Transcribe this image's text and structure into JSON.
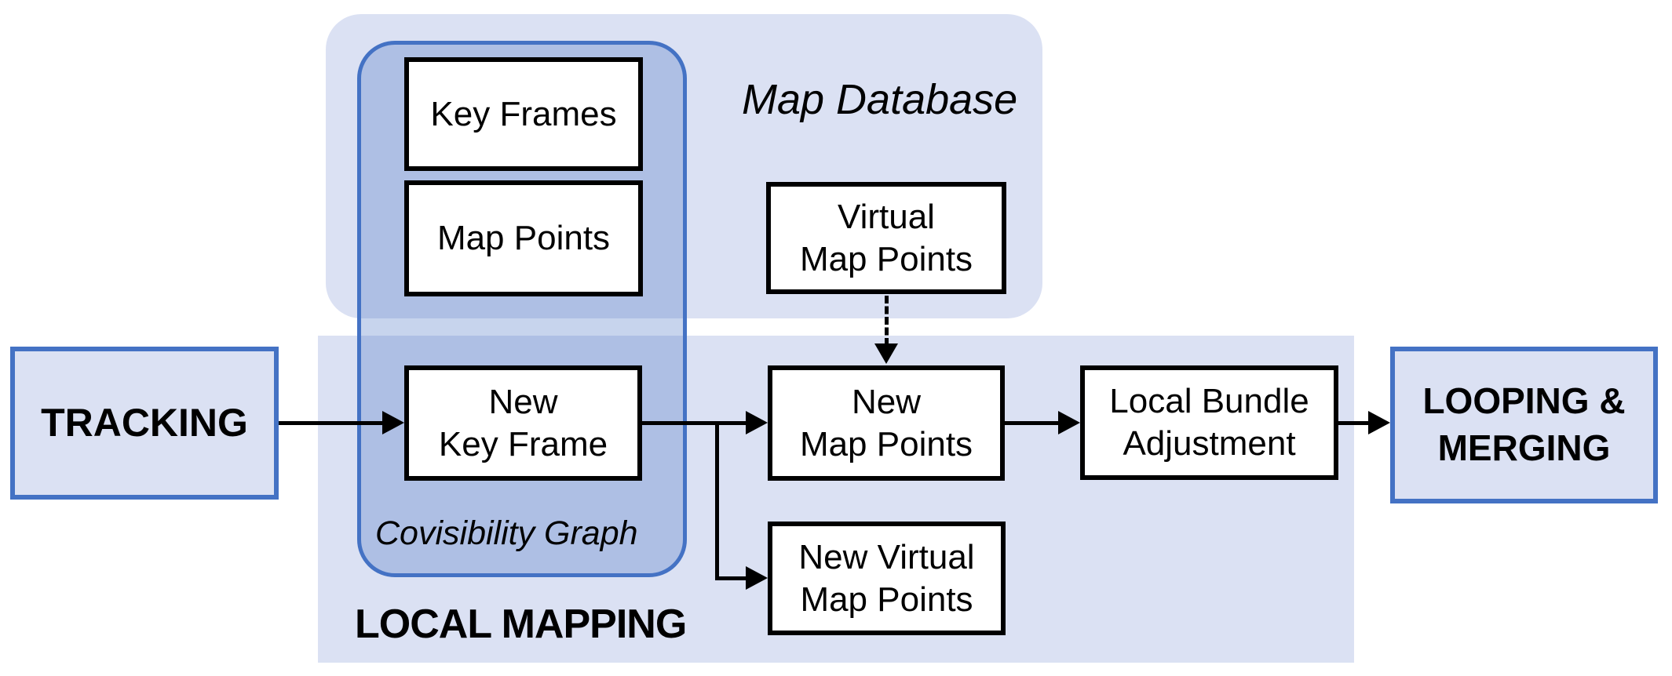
{
  "diagram": {
    "title": "SLAM system architecture diagram",
    "colors": {
      "region_fill": "#dbe1f3",
      "covisibility_fill": "#b7c6e7",
      "accent_border": "#4472c4",
      "box_border": "#000000",
      "box_fill": "#ffffff",
      "text": "#000000"
    }
  },
  "regions": {
    "map_database": {
      "label": "Map Database"
    },
    "covisibility_graph": {
      "label": "Covisibility Graph"
    },
    "local_mapping": {
      "label": "LOCAL MAPPING"
    }
  },
  "nodes": {
    "tracking": {
      "label": "TRACKING"
    },
    "key_frames": {
      "label": "Key Frames"
    },
    "map_points": {
      "label": "Map Points"
    },
    "virtual_map_points": {
      "label": "Virtual\nMap Points"
    },
    "new_key_frame": {
      "label": "New\nKey Frame"
    },
    "new_map_points": {
      "label": "New\nMap Points"
    },
    "new_virtual_map_points": {
      "label": "New Virtual\nMap Points"
    },
    "local_bundle_adjustment": {
      "label": "Local Bundle\nAdjustment"
    },
    "looping_merging": {
      "label": "LOOPING &\nMERGING"
    }
  },
  "edges": [
    {
      "from": "tracking",
      "to": "new_key_frame",
      "style": "solid"
    },
    {
      "from": "new_key_frame",
      "to": "new_map_points",
      "style": "solid"
    },
    {
      "from": "new_key_frame",
      "to": "new_virtual_map_points",
      "style": "solid"
    },
    {
      "from": "virtual_map_points",
      "to": "new_map_points",
      "style": "dashed"
    },
    {
      "from": "new_map_points",
      "to": "local_bundle_adjustment",
      "style": "solid"
    },
    {
      "from": "local_bundle_adjustment",
      "to": "looping_merging",
      "style": "solid"
    }
  ]
}
